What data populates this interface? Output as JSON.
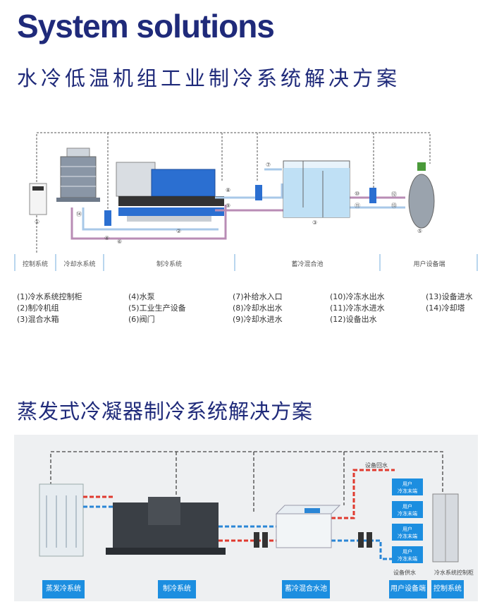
{
  "header": {
    "title_en": "System solutions",
    "title_cn_1": "水冷低温机组工业制冷系统解决方案",
    "title_cn_2": "蒸发式冷凝器制冷系统解决方案"
  },
  "diagram1": {
    "sections": [
      "控制系统",
      "冷却水系统",
      "制冷系统",
      "蓄冷混合池",
      "用户设备端"
    ],
    "legend": [
      "(1)冷水系统控制柜",
      "(2)制冷机组",
      "(3)混合水箱",
      "(4)水泵",
      "(5)工业生产设备",
      "(6)阀门",
      "(7)补给水入口",
      "(8)冷却水出水",
      "(9)冷却水进水",
      "(10)冷冻水出水",
      "(11)冷冻水进水",
      "(12)设备出水",
      "(13)设备进水",
      "(14)冷却塔"
    ],
    "markers": [
      "①",
      "②",
      "③",
      "④",
      "⑤",
      "⑥",
      "⑦",
      "⑧",
      "⑨",
      "⑩",
      "⑪",
      "⑫",
      "⑬",
      "⑭"
    ]
  },
  "diagram2": {
    "tags": [
      "蒸发冷系统",
      "制冷系统",
      "蓄冷混合水池",
      "用户设备端",
      "控制系统"
    ],
    "return_label": "设备回水",
    "supply_label": "设备供水",
    "cabinet_label": "冷水系统控制柜",
    "user_box": "用户冷冻末端",
    "user_box_line1": "用户",
    "user_box_line2": "冷冻末端"
  },
  "colors": {
    "title": "#1f2a7a",
    "tag_bg": "#1c8ee0",
    "hot_pipe": "#e03a2f",
    "cold_pipe": "#2a86d6",
    "dashed": "#444444"
  }
}
